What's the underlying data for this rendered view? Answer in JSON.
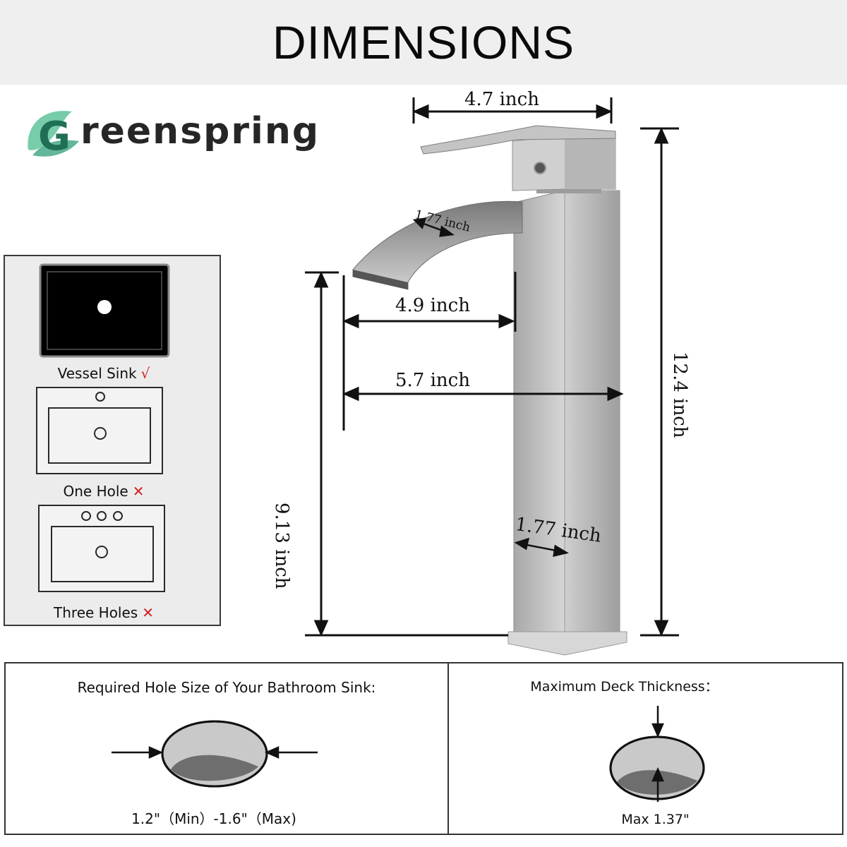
{
  "header": {
    "title": "DIMENSIONS"
  },
  "brand": {
    "name": "reenspring",
    "logo_letter": "G",
    "logo_color": "#3fb08a"
  },
  "sink_types": [
    {
      "label": "Vessel Sink",
      "mark": "√",
      "status": "compatible"
    },
    {
      "label": "One Hole",
      "mark": "✕",
      "status": "incompatible"
    },
    {
      "label": "Three Holes",
      "mark": "✕",
      "status": "incompatible"
    }
  ],
  "dimensions": {
    "top_width": "4.7 inch",
    "spout_width": "1.77 inch",
    "spout_reach": "4.9 inch",
    "base_reach": "5.7 inch",
    "spout_height": "9.13 inch",
    "total_height": "12.4 inch",
    "body_width": "1.77 inch"
  },
  "hole_size": {
    "title": "Required Hole Size of Your Bathroom Sink:",
    "value": "1.2\"（Min）-1.6\"（Max)"
  },
  "deck_thickness": {
    "title": "Maximum Deck Thickness：",
    "value": "Max 1.37\""
  },
  "colors": {
    "accent_red": "#d41f1f",
    "header_bg": "#efefef",
    "metal": "#b9b9b9"
  }
}
